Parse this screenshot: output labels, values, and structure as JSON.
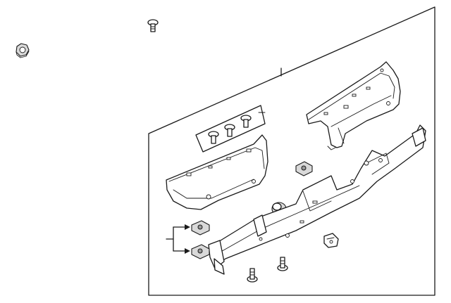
{
  "diagram": {
    "type": "exploded-parts-diagram",
    "labels": [],
    "components": [
      {
        "id": "bolt-top",
        "icon": "bolt-icon"
      },
      {
        "id": "nut-top-left",
        "icon": "hex-nut-icon"
      },
      {
        "id": "panel-outline",
        "icon": "panel-outline"
      },
      {
        "id": "bolt-group",
        "icon": "bolt-icon",
        "count": 3
      },
      {
        "id": "bumper-left",
        "icon": "bumper-end-cap-icon"
      },
      {
        "id": "bumper-right",
        "icon": "bumper-end-cap-icon"
      },
      {
        "id": "cage-nut-upper",
        "icon": "cage-nut-icon"
      },
      {
        "id": "bracket-cap",
        "icon": "bushing-icon"
      },
      {
        "id": "reinforcement-frame",
        "icon": "frame-bracket-icon"
      },
      {
        "id": "cage-nut-pair",
        "icon": "cage-nut-icon",
        "count": 2
      },
      {
        "id": "lower-clip",
        "icon": "clip-icon"
      },
      {
        "id": "lower-bolts",
        "icon": "bolt-icon",
        "count": 2
      }
    ]
  }
}
